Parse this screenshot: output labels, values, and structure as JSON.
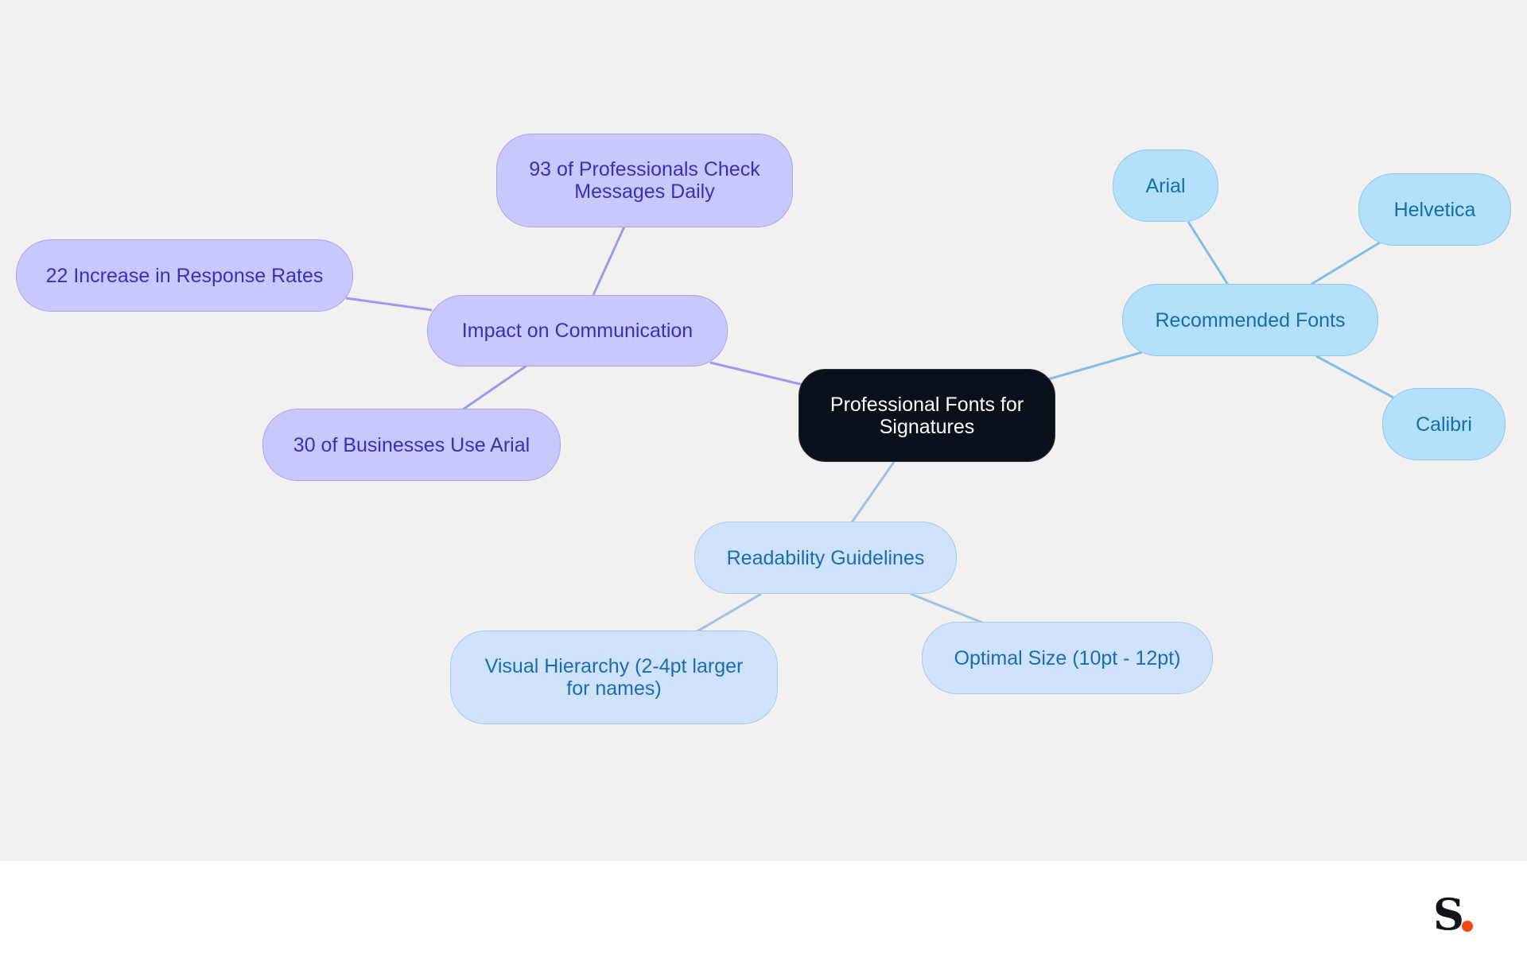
{
  "diagram": {
    "type": "mind-map",
    "root": {
      "label": "Professional Fonts for Signatures"
    },
    "branches": [
      {
        "label": "Impact on Communication",
        "children": [
          {
            "label": "93 of Professionals Check Messages Daily"
          },
          {
            "label": "22 Increase in Response Rates"
          },
          {
            "label": "30 of Businesses Use Arial"
          }
        ]
      },
      {
        "label": "Recommended Fonts",
        "children": [
          {
            "label": "Arial"
          },
          {
            "label": "Helvetica"
          },
          {
            "label": "Calibri"
          }
        ]
      },
      {
        "label": "Readability Guidelines",
        "children": [
          {
            "label": "Visual Hierarchy (2-4pt larger for names)"
          },
          {
            "label": "Optimal Size (10pt - 12pt)"
          }
        ]
      }
    ]
  },
  "colors": {
    "canvas_background": "#f3f1f0",
    "root_fill": "#0b111a",
    "impact_fill": "#c8c8fd",
    "impact_edge": "#9b9aec",
    "fonts_fill": "#b5e0fc",
    "fonts_edge": "#7cc0ea",
    "readability_fill": "#cee3fa",
    "readability_edge": "#9cc3ea",
    "logo_dot": "#f04a14"
  },
  "logo": {
    "text": "S"
  }
}
